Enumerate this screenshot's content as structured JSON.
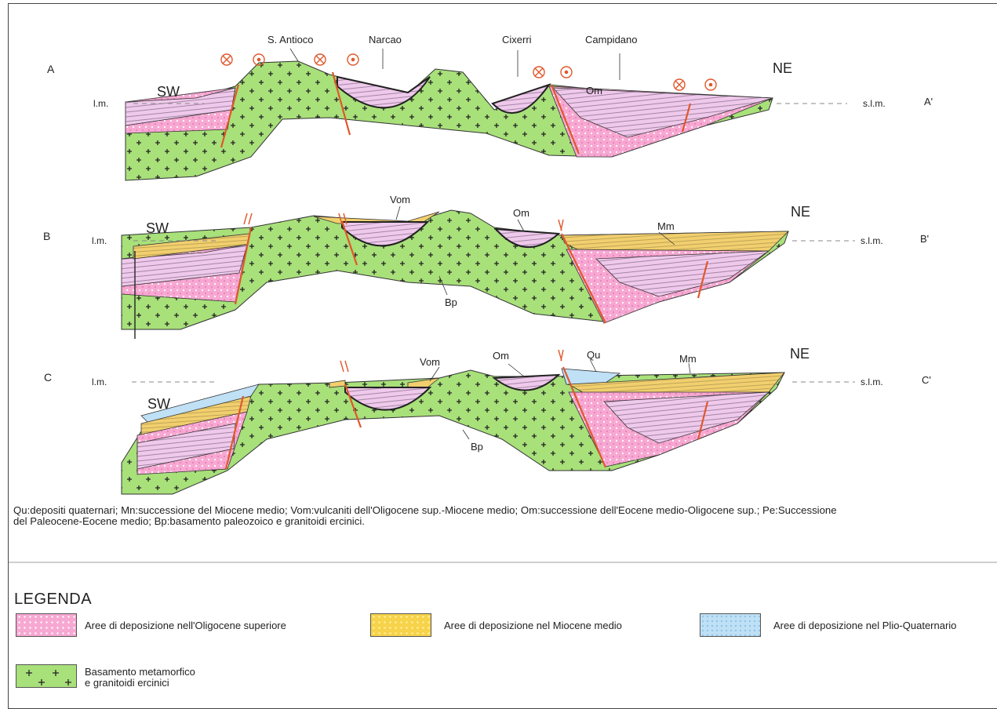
{
  "sections": [
    {
      "id": "A",
      "end": "A'",
      "left_dir": "SW",
      "right_dir": "NE",
      "sea_left": "l.m.",
      "sea_right": "s.l.m.",
      "place_names": [
        "S. Antioco",
        "Narcao",
        "Cixerri",
        "Campidano"
      ],
      "units": [
        "Om"
      ]
    },
    {
      "id": "B",
      "end": "B'",
      "left_dir": "SW",
      "right_dir": "NE",
      "sea_left": "l.m.",
      "sea_right": "s.l.m.",
      "units": [
        "Vom",
        "Om",
        "Mm",
        "Bp"
      ]
    },
    {
      "id": "C",
      "end": "C'",
      "left_dir": "SW",
      "right_dir": "NE",
      "sea_left": "l.m.",
      "sea_right": "s.l.m.",
      "units": [
        "Vom",
        "Om",
        "Qu",
        "Mm",
        "Bp"
      ]
    }
  ],
  "caption_line1": "Qu:depositi quaternari; Mn:successione del Miocene medio; Vom:vulcaniti dell'Oligocene sup.-Miocene medio; Om:successione dell'Eocene medio-Oligocene sup.; Pe:Successione",
  "caption_line2": "del Paleocene-Eocene medio; Bp:basamento paleozoico e granitoidi ercinici.",
  "legend": {
    "title": "LEGENDA",
    "items": [
      {
        "label": "Aree di deposizione nell'Oligocene superiore",
        "color": "#f7a8d2"
      },
      {
        "label": "Aree di deposizione nel Miocene medio",
        "color": "#f6d34a"
      },
      {
        "label": "Aree di deposizione nel Plio-Quaternario",
        "color": "#bfe0f5"
      },
      {
        "label_line1": "Basamento metamorfico",
        "label_line2": "e granitoidi ercinici",
        "color": "#a8e07a"
      }
    ]
  },
  "colors": {
    "basement": "#a8e07a",
    "oligocene": "#f7a8d2",
    "basin_fill": "#efc9ec",
    "miocene": "#f2cf6e",
    "quaternary": "#bfe0f5",
    "fault": "#e0572b"
  }
}
